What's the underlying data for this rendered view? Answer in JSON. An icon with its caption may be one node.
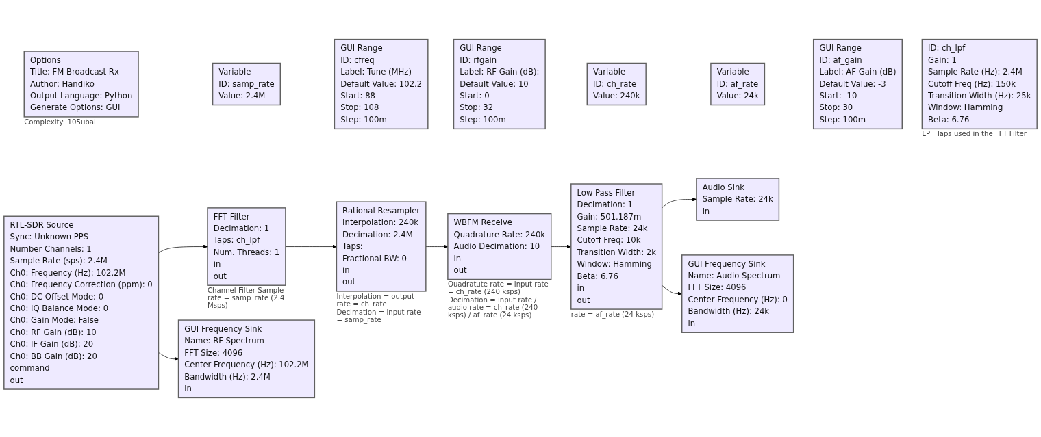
{
  "diagram": {
    "nodes": [
      {
        "text": [
          "Options",
          "Title: FM Broadcast Rx",
          "Author: Handiko",
          "Output Language: Python",
          "Generate Options: GUI"
        ],
        "beside": [
          "Complexity: 105ubal"
        ]
      },
      {
        "text": [
          "Variable",
          "ID: samp_rate",
          "Value: 2.4M"
        ]
      },
      {
        "text": [
          "GUI Range",
          "ID: cfreq",
          "Label: Tune (MHz)",
          "Default Value: 102.2",
          "Start: 88",
          "Stop: 108",
          "Step: 100m"
        ]
      },
      {
        "text": [
          "GUI Range",
          "ID: rfgain",
          "Label: RF Gain (dB):",
          "Default Value: 10",
          "Start: 0",
          "Stop: 32",
          "Step: 100m"
        ]
      },
      {
        "text": [
          "Variable",
          "ID: ch_rate",
          "Value: 240k"
        ]
      },
      {
        "text": [
          "Variable",
          "ID: af_rate",
          "Value: 24k"
        ]
      },
      {
        "text": [
          "GUI Range",
          "ID: af_gain",
          "Label: AF Gain (dB)",
          "Default Value: -3",
          "Start: -10",
          "Stop: 30",
          "Step: 100m"
        ]
      },
      {
        "text": [
          "RTL-SDR Source",
          "Sync: Unknown PPS",
          "Number Channels: 1",
          "Sample Rate (sps): 2.4M",
          "Ch0: Frequency (Hz): 102.2M",
          "Ch0: Frequency Correction (ppm): 0",
          "Ch0: DC Offset Mode: 0",
          "Ch0: IQ Balance Mode: 0",
          "Ch0: Gain Mode: False",
          "Ch0: RF Gain (dB): 10",
          "Ch0: IF Gain (dB): 20",
          "Ch0: BB Gain (dB): 20",
          "command",
          "out"
        ]
      },
      {
        "text": [
          "FFT Filter",
          "Decimation: 1",
          "Taps: ch_lpf",
          "Num. Threads: 1",
          "in",
          "out"
        ],
        "beside": [
          "Channel Filter Sample rate = samp_rate (2.4 Msps)"
        ]
      },
      {
        "text": [
          "GUI Frequency Sink",
          "Name: RF Spectrum",
          "FFT Size: 4096",
          "Center Frequency (Hz): 102.2M",
          "Bandwidth (Hz): 2.4M",
          "in"
        ]
      },
      {
        "text": [
          "ID: ch_lpf",
          "Gain: 1",
          "Sample Rate (Hz): 2.4M",
          "Cutoff Freq (Hz): 150k",
          "Transition Width (Hz): 25k",
          "Window: Hamming",
          "Beta: 6.76"
        ],
        "beside": [
          "LPF Taps used in the FFT Filter"
        ]
      },
      {
        "text": [
          "Rational Resampler",
          "Interpolation: 240k",
          "Decimation: 2.4M",
          "Taps:",
          "Fractional BW: 0",
          "in",
          "out"
        ],
        "beside": [
          "Interpolation = output rate = ch_rate",
          "Decimation = input rate = samp_rate"
        ]
      },
      {
        "text": [
          "WBFM Receive",
          "Quadrature Rate: 240k",
          "Audio Decimation: 10",
          "in",
          "out"
        ],
        "beside": [
          "Quadratute rate = input rate = ch_rate (240 ksps)",
          "Decimation = input rate / audio rate = ch_rate (240 ksps) / af_rate (24 ksps)"
        ]
      },
      {
        "text": [
          "Low Pass Filter",
          "Decimation: 1",
          "Gain: 501.187m",
          "Sample Rate: 24k",
          "Cutoff Freq: 10k",
          "Transition Width: 2k",
          "Window: Hamming",
          "Beta: 6.76",
          "in",
          "out"
        ],
        "beside": [
          "rate = af_rate (24 ksps)"
        ]
      },
      {
        "text": [
          "Audio Sink",
          "Sample Rate: 24k",
          "in"
        ]
      },
      {
        "text": [
          "GUI Frequency Sink",
          "Name: Audio Spectrum",
          "FFT Size: 4096",
          "Center Frequency (Hz): 0",
          "Bandwidth (Hz): 24k",
          "in"
        ]
      }
    ],
    "edges": [
      {
        "from": 7,
        "to": 8,
        "arrow": "to"
      },
      {
        "from": 7,
        "to": 9,
        "arrow": "to"
      },
      {
        "from": 8,
        "to": 11,
        "arrow": "to"
      },
      {
        "from": 11,
        "to": 12,
        "arrow": "to"
      },
      {
        "from": 12,
        "to": 13,
        "arrow": "to"
      },
      {
        "from": 13,
        "to": 14,
        "arrow": "to"
      },
      {
        "from": 13,
        "to": 15,
        "arrow": "to"
      }
    ]
  }
}
